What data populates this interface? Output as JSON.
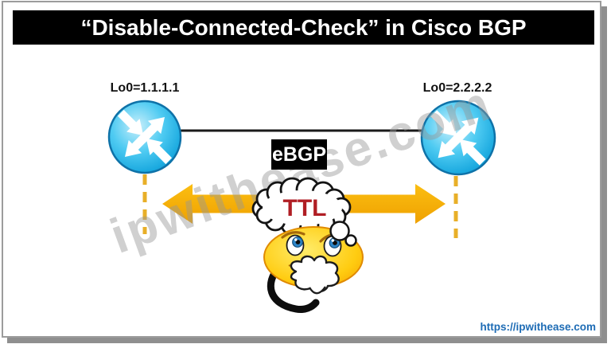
{
  "title_bar": {
    "title": "“Disable-Connected-Check” in Cisco BGP"
  },
  "diagram": {
    "router_left": {
      "label": "Lo0=1.1.1.1"
    },
    "router_right": {
      "label": "Lo0=2.2.2.2"
    },
    "link_label": "eBGP",
    "thought_text": "TTL"
  },
  "watermark_text": "ipwithease.com",
  "footer": {
    "url": "https://ipwithease.com"
  },
  "colors": {
    "title_bg": "#000000",
    "router_blue": "#1AA9DF",
    "arrow_gold": "#F5A800",
    "dash_gold": "#E8AF28",
    "ttl_red": "#B01E24",
    "url_blue": "#1E6CB5"
  }
}
